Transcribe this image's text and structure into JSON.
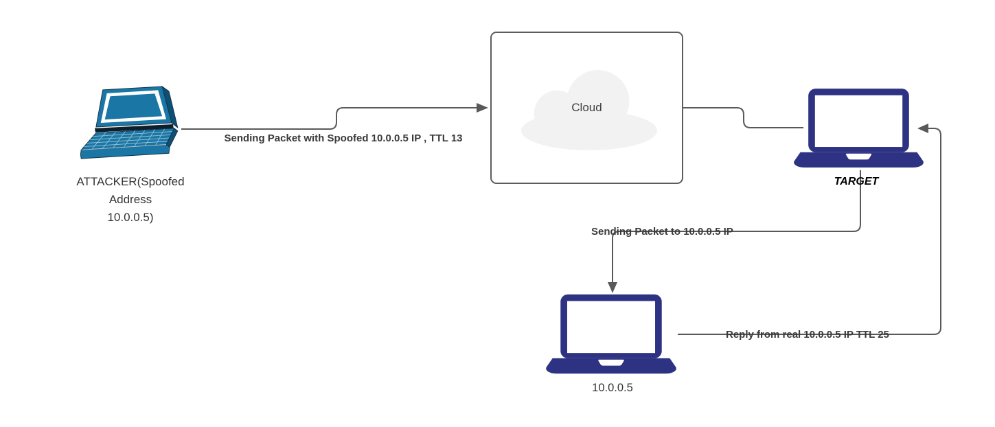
{
  "colors": {
    "canvas-bg": "#ffffff",
    "connector": "#595959",
    "edge-label": "#3a3a3a",
    "node-label": "#333333",
    "target-label": "#000000",
    "laptop-navy": "#2e3283",
    "laptop-teal": "#1a76a5",
    "laptop-teal-dark": "#0f4f74",
    "laptop-outline": "#13344a",
    "cloud-fill": "#f2f2f2",
    "cloud-border": "#5c5c5c",
    "cloud-label": "#404040"
  },
  "nodes": {
    "attacker": {
      "icon": "laptop-perspective-icon",
      "label_lines": [
        "ATTACKER(Spoofed",
        "Address",
        "10.0.0.5)"
      ]
    },
    "cloud": {
      "icon": "cloud-icon",
      "label": "Cloud"
    },
    "target": {
      "icon": "laptop-front-icon",
      "label": "TARGET"
    },
    "real_host": {
      "icon": "laptop-front-icon",
      "label": "10.0.0.5"
    }
  },
  "edges": {
    "attacker_to_cloud": {
      "label": "Sending Packet with Spoofed 10.0.0.5 IP , TTL 13",
      "arrow": "into-cloud-right"
    },
    "cloud_to_target": {
      "label": "",
      "arrow": "none"
    },
    "target_to_real_host": {
      "label": "Sending Packet to 10.0.0.5 IP",
      "arrow": "down-into-real-host"
    },
    "real_host_to_target": {
      "label": "Reply from real 10.0.0.5 IP TTL 25",
      "arrow": "left-into-target"
    }
  }
}
